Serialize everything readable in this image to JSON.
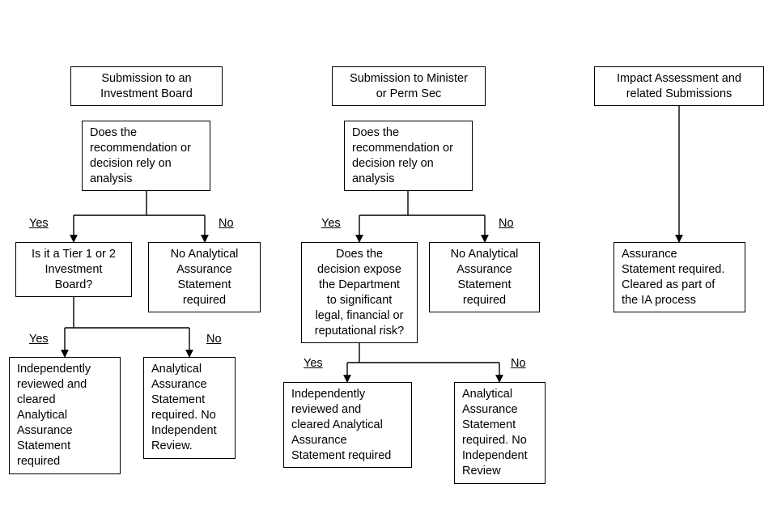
{
  "columns": [
    {
      "header": "Submission to an\nInvestment Board",
      "question": "Does the\nrecommendation or\ndecision rely on\nanalysis",
      "yes_label": "Yes",
      "no_label": "No",
      "yes_box": "Is it a Tier 1 or 2\nInvestment\nBoard?",
      "no_box": "No Analytical\nAssurance\nStatement\nrequired",
      "yes_label_2": "Yes",
      "no_label_2": "No",
      "yes_box_2": "Independently\nreviewed and\ncleared\nAnalytical\nAssurance\nStatement\nrequired",
      "no_box_2": "Analytical\nAssurance\nStatement\nrequired. No\nIndependent\nReview."
    },
    {
      "header": "Submission to Minister\nor Perm Sec",
      "question": "Does the\nrecommendation or\ndecision rely on\nanalysis",
      "yes_label": "Yes",
      "no_label": "No",
      "yes_box": "Does the\ndecision expose\nthe Department\nto significant\nlegal, financial or\nreputational risk?",
      "no_box": "No Analytical\nAssurance\nStatement\nrequired",
      "yes_label_2": "Yes",
      "no_label_2": "No",
      "yes_box_2": "Independently\nreviewed and\ncleared Analytical\nAssurance\nStatement required",
      "no_box_2": "Analytical\nAssurance\nStatement\nrequired. No\nIndependent\nReview"
    },
    {
      "header": "Impact Assessment and\nrelated Submissions",
      "outcome": "Assurance\nStatement required.\nCleared as part of\nthe IA process"
    }
  ]
}
